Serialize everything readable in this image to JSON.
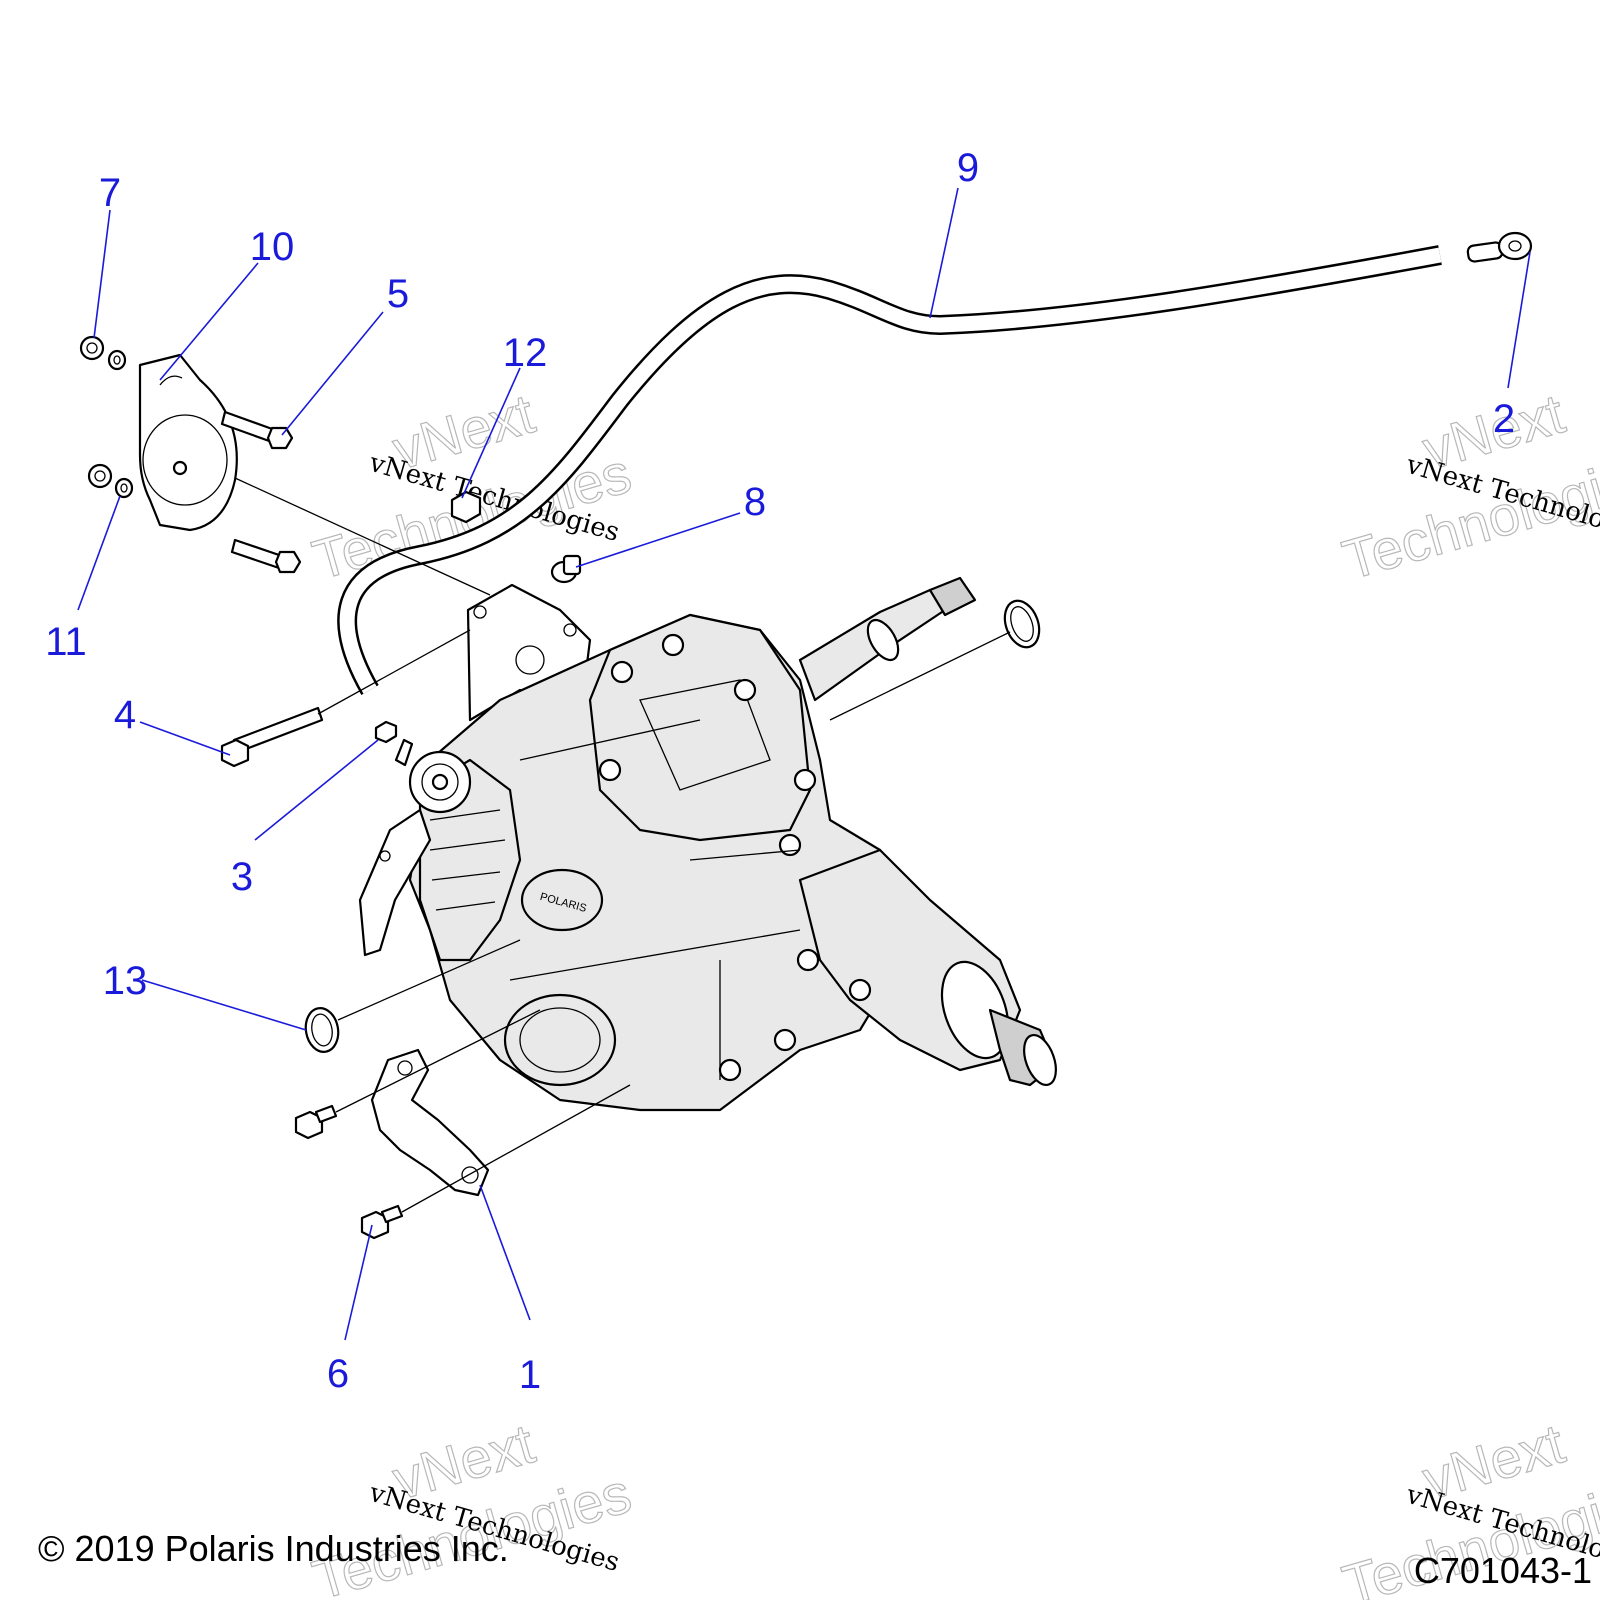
{
  "callouts": [
    {
      "id": "1",
      "label": "1"
    },
    {
      "id": "2",
      "label": "2"
    },
    {
      "id": "3",
      "label": "3"
    },
    {
      "id": "4",
      "label": "4"
    },
    {
      "id": "5",
      "label": "5"
    },
    {
      "id": "6",
      "label": "6"
    },
    {
      "id": "7",
      "label": "7"
    },
    {
      "id": "8",
      "label": "8"
    },
    {
      "id": "9",
      "label": "9"
    },
    {
      "id": "10",
      "label": "10"
    },
    {
      "id": "11",
      "label": "11"
    },
    {
      "id": "12",
      "label": "12"
    },
    {
      "id": "13",
      "label": "13"
    }
  ],
  "watermark": {
    "line": "vNext Technologies",
    "outline_top": "vNext",
    "outline_bottom": "Technologies"
  },
  "footer": {
    "copyright": "© 2019 Polaris Industries Inc.",
    "figure_code": "C701043-1"
  },
  "colors": {
    "callout": "#1a1adb",
    "line_art": "#000000",
    "watermark_outline": "#9a9a9a"
  }
}
